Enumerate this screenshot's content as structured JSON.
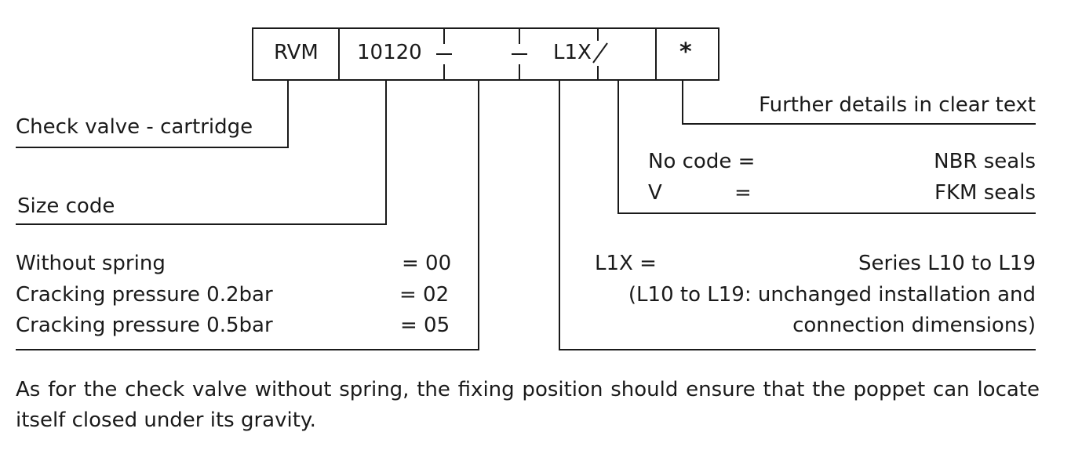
{
  "code_boxes": {
    "rvm": "RVM",
    "size": "10120",
    "series": "L1X",
    "details": "*"
  },
  "labels": {
    "check_valve": "Check valve - cartridge",
    "size_code": "Size code",
    "further_details": "Further details in clear text"
  },
  "seals": [
    {
      "code": "No code =",
      "eq": "",
      "value": "NBR seals"
    },
    {
      "code": "V",
      "eq": "=",
      "value": "FKM seals"
    }
  ],
  "spring_options": [
    {
      "label": "Without spring",
      "code": "= 00"
    },
    {
      "label": "Cracking pressure 0.2bar",
      "code": "= 02"
    },
    {
      "label": "Cracking pressure 0.5bar",
      "code": "= 05"
    }
  ],
  "series_info": {
    "code": "L1X =",
    "value": "Series L10 to L19",
    "note_line1": "(L10 to L19: unchanged installation and",
    "note_line2": "connection dimensions)"
  },
  "footnote": "As for the check valve without spring, the fixing position should ensure that the poppet can locate itself closed under its gravity."
}
